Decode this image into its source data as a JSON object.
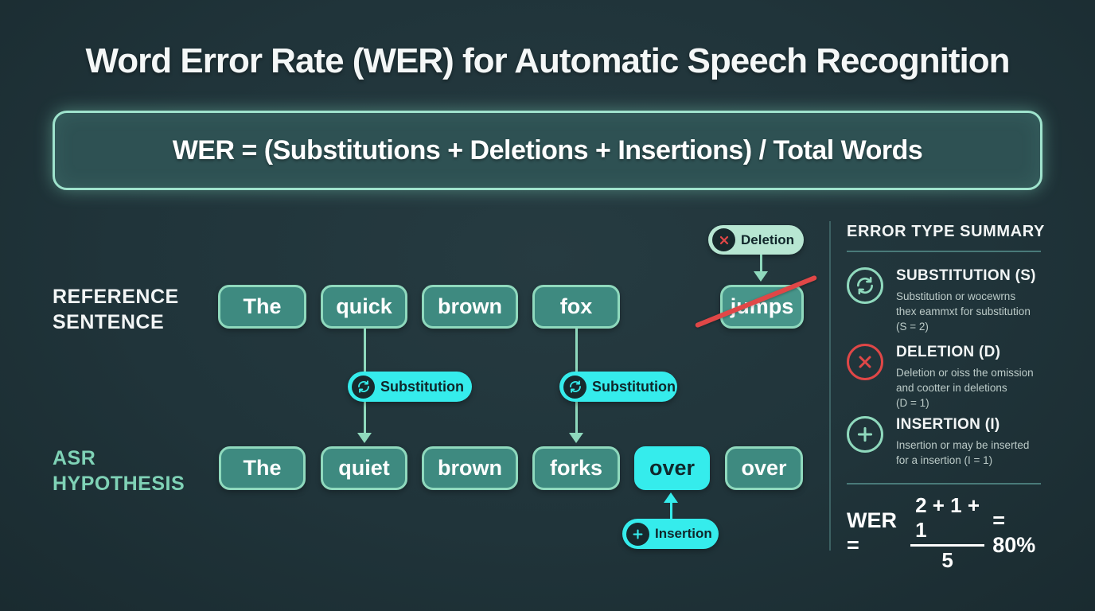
{
  "title": "Word Error Rate (WER) for Automatic Speech Recognition",
  "formula": "WER = (Substitutions + Deletions + Insertions) / Total Words",
  "reference": {
    "label_line1": "REFERENCE",
    "label_line2": "SENTENCE",
    "words": [
      "The",
      "quick",
      "brown",
      "fox",
      "jumps"
    ]
  },
  "hypothesis": {
    "label_line1": "ASR",
    "label_line2": "HYPOTHESIS",
    "words": [
      "The",
      "quiet",
      "brown",
      "forks",
      "over",
      "over"
    ]
  },
  "badges": {
    "deletion": "Deletion",
    "substitution_1": "Substitution",
    "substitution_2": "Substitution",
    "insertion": "Insertion"
  },
  "icons": {
    "substitution": "cycle-arrows-icon",
    "deletion": "x-circle-icon",
    "insertion": "plus-circle-icon"
  },
  "summary": {
    "heading": "ERROR TYPE SUMMARY",
    "items": [
      {
        "title": "SUBSTITUTION (S)",
        "lines": [
          "Substitution or wocewrns",
          "thex eammxt for substitution",
          "(S = 2)"
        ]
      },
      {
        "title": "DELETION (D)",
        "lines": [
          "Deletion or oiss the omission",
          "and cootter in deletions",
          "(D = 1)"
        ]
      },
      {
        "title": "INSERTION (I)",
        "lines": [
          "Insertion or may be inserted",
          "for a insertion (I = 1)"
        ]
      }
    ],
    "equation": {
      "lhs": "WER =",
      "numerator": "2 + 1 + 1",
      "denominator": "5",
      "result": "= 80%"
    }
  },
  "colors": {
    "background": "#20343a",
    "word_box_fill": "#3e8a80",
    "word_box_border": "#8fd9bd",
    "cyan_accent": "#35ecec",
    "red_accent": "#e04747",
    "mint_badge_bg": "#b7e6d2",
    "mint_text": "#7fd2b6",
    "white_text": "#f2f5f5"
  }
}
